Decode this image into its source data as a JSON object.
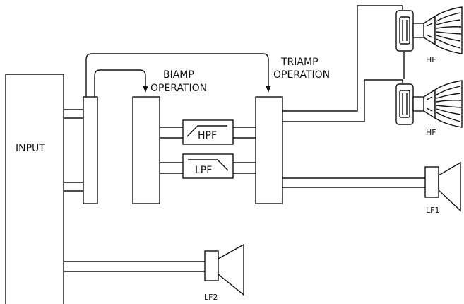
{
  "labels": {
    "input": "INPUT",
    "biamp_line1": "BIAMP",
    "biamp_line2": "OPERATION",
    "triamp_line1": "TRIAMP",
    "triamp_line2": "OPERATION",
    "hpf": "HPF",
    "lpf": "LPF",
    "hf_top": "HF",
    "hf_bottom": "HF",
    "lf1": "LF1",
    "lf2": "LF2"
  }
}
